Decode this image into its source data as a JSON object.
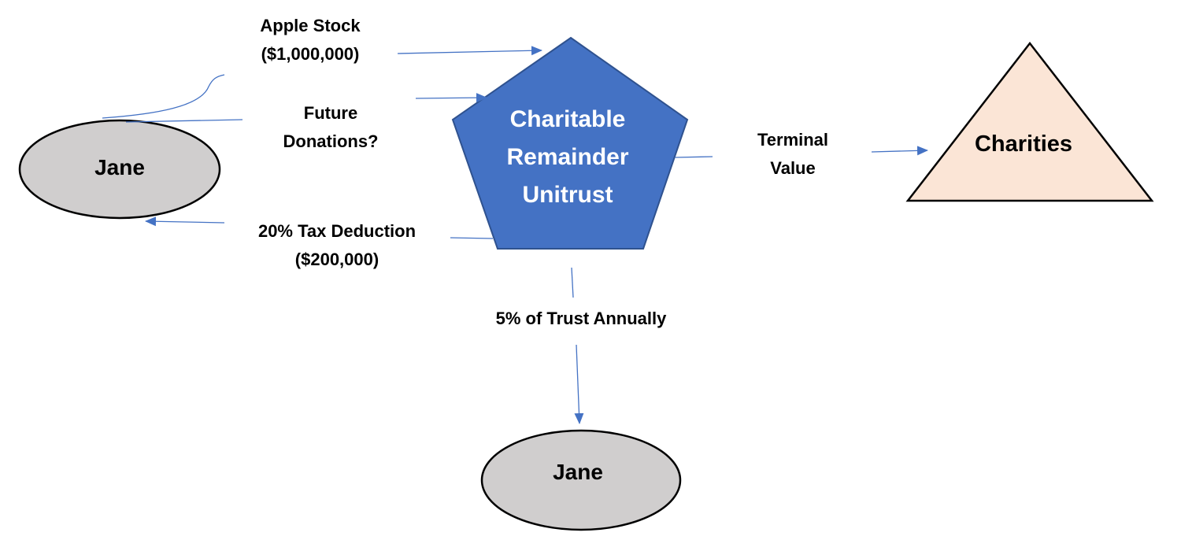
{
  "nodes": {
    "jane_left": {
      "label": "Jane",
      "fill": "#d0cece",
      "stroke": "#000000"
    },
    "crut": {
      "label_lines": [
        "Charitable",
        "Remainder",
        "Unitrust"
      ],
      "fill": "#4472c4",
      "stroke": "#2f528f",
      "text_color": "#ffffff"
    },
    "charities": {
      "label": "Charities",
      "fill": "#fbe5d6",
      "stroke": "#000000"
    },
    "jane_bottom": {
      "label": "Jane",
      "fill": "#d0cece",
      "stroke": "#000000"
    }
  },
  "edges": {
    "apple_stock": {
      "label_lines": [
        "Apple Stock",
        "($1,000,000)"
      ]
    },
    "future_donations": {
      "label_lines": [
        "Future",
        "Donations?"
      ]
    },
    "tax_deduction": {
      "label_lines": [
        "20% Tax Deduction",
        "($200,000)"
      ]
    },
    "terminal_value": {
      "label_lines": [
        "Terminal",
        "Value"
      ]
    },
    "annual_payout": {
      "label": "5% of Trust Annually"
    }
  },
  "colors": {
    "connector": "#4472c4"
  }
}
